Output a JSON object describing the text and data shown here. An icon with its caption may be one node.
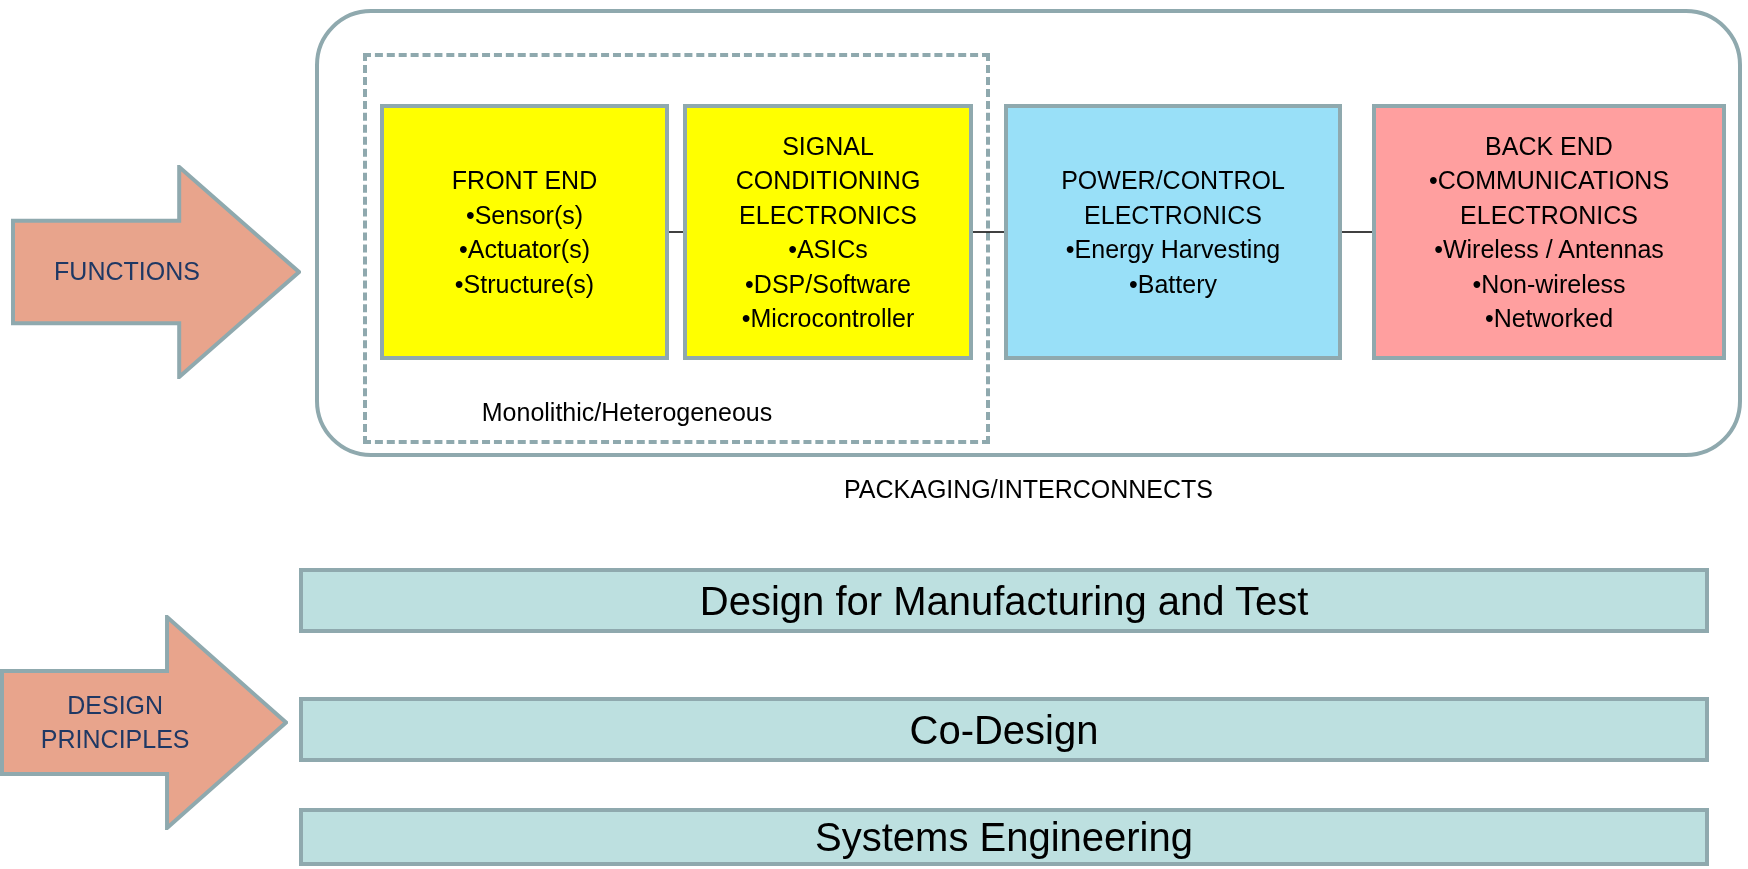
{
  "diagram": {
    "nodes": [
      {
        "text": [
          "PACKAGING/INTERCONNECTS"
        ]
      },
      {
        "text": [
          "Monolithic/Heterogeneous"
        ],
        "in": 0
      },
      {
        "text": [
          "FRONT END",
          "•Sensor(s)",
          "•Actuator(s)",
          "•Structure(s)"
        ],
        "in": 1
      },
      {
        "text": [
          "SIGNAL CONDITIONING ELECTRONICS",
          "•ASICs",
          "•DSP/Software",
          "•Microcontroller"
        ],
        "in": 1
      },
      {
        "text": [
          "POWER/CONTROL ELECTRONICS",
          "•Energy Harvesting",
          "•Battery"
        ],
        "in": 0
      },
      {
        "text": [
          "BACK END",
          "•COMMUNICATIONS ELECTRONICS",
          "•Wireless / Antennas",
          "•Non-wireless",
          "•Networked"
        ],
        "in": 0
      },
      {
        "text": [
          "FUNCTIONS"
        ]
      },
      {
        "text": [
          "DESIGN PRINCIPLES"
        ]
      },
      {
        "text": [
          "Design for Manufacturing and Test"
        ]
      },
      {
        "text": [
          "Co-Design"
        ]
      },
      {
        "text": [
          "Systems Engineering"
        ]
      }
    ],
    "edges": [
      {
        "from": 2,
        "to": 3,
        "arrow": "none"
      },
      {
        "from": 3,
        "to": 4,
        "arrow": "none"
      },
      {
        "from": 4,
        "to": 5,
        "arrow": "none"
      }
    ]
  }
}
